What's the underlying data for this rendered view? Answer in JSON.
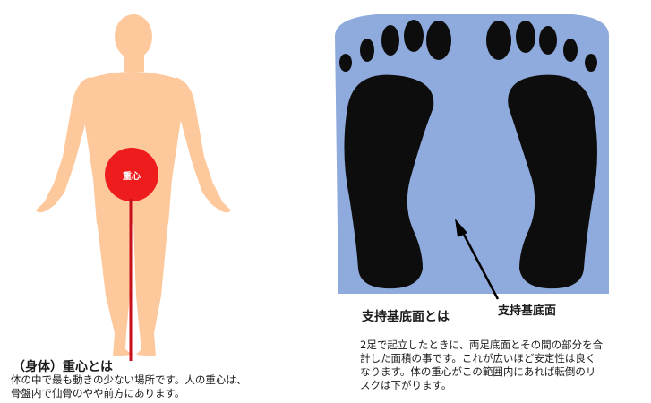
{
  "left_panel": {
    "cog_marker_label": "重心",
    "heading": "（身体）重心とは",
    "description_line1": "体の中で最も動きの少ない場所です。人の重心は、",
    "description_line2": "骨盤内で仙骨のやや前方にあります。"
  },
  "right_panel": {
    "arrow_label": "支持基底面",
    "heading": "支持基底面とは",
    "description_line1": "2足で起立したときに、両足底面とその間の部分を合",
    "description_line2": "計した面積の事です。これが広いほど安定性は良く",
    "description_line3": "なります。体の重心がこの範囲内にあれば転倒のリ",
    "description_line4": "スクは下がります。"
  },
  "colors": {
    "skin": "#fdc89c",
    "cog_marker": "#ee1c1c",
    "gravity_line": "#c8101a",
    "support_base": "#8faadc",
    "footprint": "#0d0d0d"
  }
}
